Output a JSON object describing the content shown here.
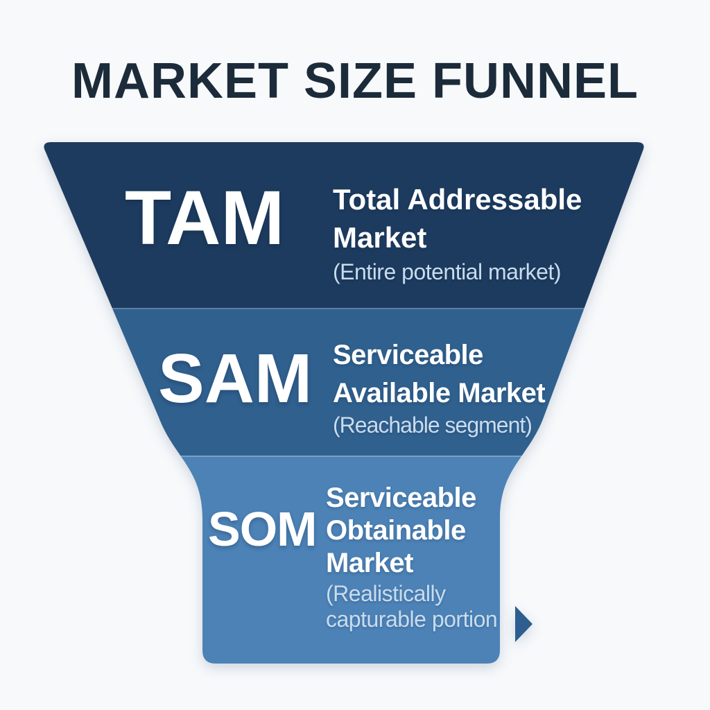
{
  "title": "MARKET SIZE FUNNEL",
  "colors": {
    "background": "#f7f9fb",
    "title_text": "#1c2b3a",
    "tier_text": "#ffffff",
    "note_text": "#c9dcee",
    "arrow": "#2d5e8f"
  },
  "funnel": {
    "tiers": [
      {
        "abbr": "TAM",
        "name_lines": [
          "Total Addressable",
          "Market"
        ],
        "note_lines": [
          "(Entire potential market)"
        ],
        "color": "#1d3b5e"
      },
      {
        "abbr": "SAM",
        "name_lines": [
          "Serviceable",
          "Available Market"
        ],
        "note_lines": [
          "(Reachable segment)"
        ],
        "color": "#30608e"
      },
      {
        "abbr": "SOM",
        "name_lines": [
          "Serviceable",
          "Obtainable",
          "Market"
        ],
        "note_lines": [
          "(Realistically",
          "capturable portion"
        ],
        "color": "#4c82b6"
      }
    ],
    "arrow_icon": "right-arrow"
  }
}
